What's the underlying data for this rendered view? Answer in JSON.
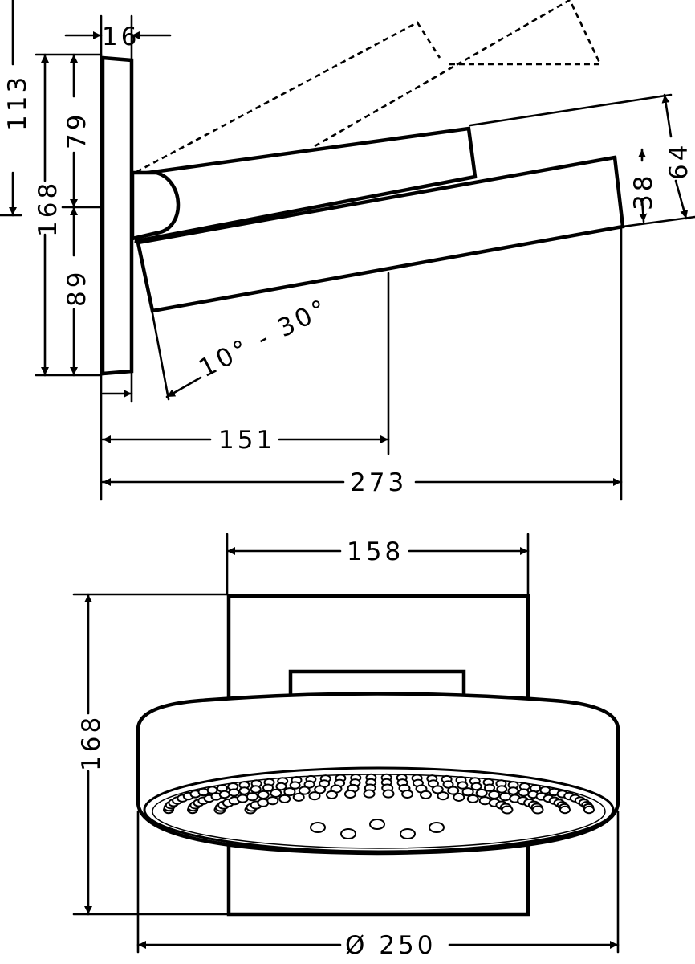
{
  "side_view": {
    "dim_wall_thickness": "16",
    "dim_top_offset": "113",
    "dim_upper_part": "79",
    "dim_total_height": "168",
    "dim_lower_part": "89",
    "dim_head_height": "64",
    "dim_arm_height": "38",
    "dim_angle": "10° - 30°",
    "dim_arm_length": "151",
    "dim_total_length": "273"
  },
  "front_view": {
    "dim_plate_width": "158",
    "dim_total_height": "168",
    "dim_diameter": "Ø 250"
  }
}
